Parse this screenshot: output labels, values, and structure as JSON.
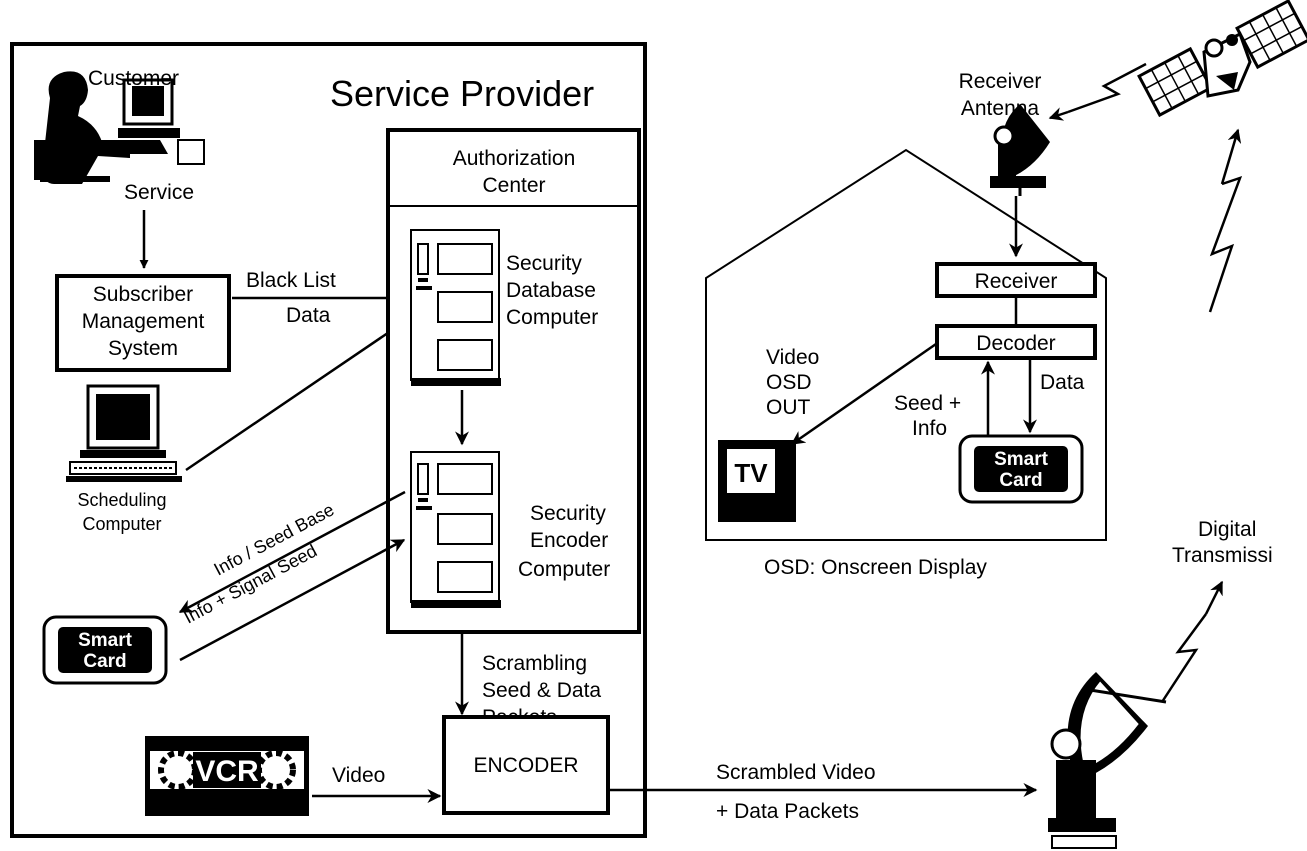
{
  "service_provider": {
    "title": "Service Provider"
  },
  "customer": {
    "label": "Customer",
    "service_label": "Service"
  },
  "subscriber_mgmt": {
    "line1": "Subscriber",
    "line2": "Management",
    "line3": "System"
  },
  "black_list": {
    "line1": "Black List",
    "line2": "Data"
  },
  "scheduling": {
    "line1": "Scheduling",
    "line2": "Computer"
  },
  "auth_center": {
    "line1": "Authorization",
    "line2": "Center"
  },
  "security_db": {
    "line1": "Security",
    "line2": "Database",
    "line3": "Computer"
  },
  "security_enc": {
    "line1": "Security",
    "line2": "Encoder",
    "line3": "Computer"
  },
  "info_seed_base": "Info / Seed Base",
  "info_signal_seed": "Info + Signal Seed",
  "smart_card": {
    "line1": "Smart",
    "line2": "Card"
  },
  "scrambling": {
    "line1": "Scrambling",
    "line2": "Seed & Data",
    "line3": "Packets"
  },
  "vcr": {
    "label": "VCR",
    "video_label": "Video"
  },
  "encoder": {
    "label": "ENCODER"
  },
  "scrambled": {
    "line1": "Scrambled Video",
    "line2": "+ Data Packets"
  },
  "receiver_antenna": {
    "line1": "Receiver",
    "line2": "Antenna"
  },
  "receiver": {
    "label": "Receiver"
  },
  "decoder": {
    "label": "Decoder"
  },
  "video_osd": {
    "line1": "Video",
    "line2": "OSD",
    "line3": "OUT"
  },
  "seed_info": {
    "line1": "Seed +",
    "line2": "Info"
  },
  "data_label": "Data",
  "tv": {
    "label": "TV"
  },
  "osd_note": "OSD: Onscreen Display",
  "digital": {
    "line1": "Digital",
    "line2": "Transmissi"
  },
  "icons": [
    "customer-icon",
    "computer-icon",
    "vcr-icon",
    "tv-icon",
    "satellite-icon",
    "dish-icon",
    "antenna-icon"
  ]
}
